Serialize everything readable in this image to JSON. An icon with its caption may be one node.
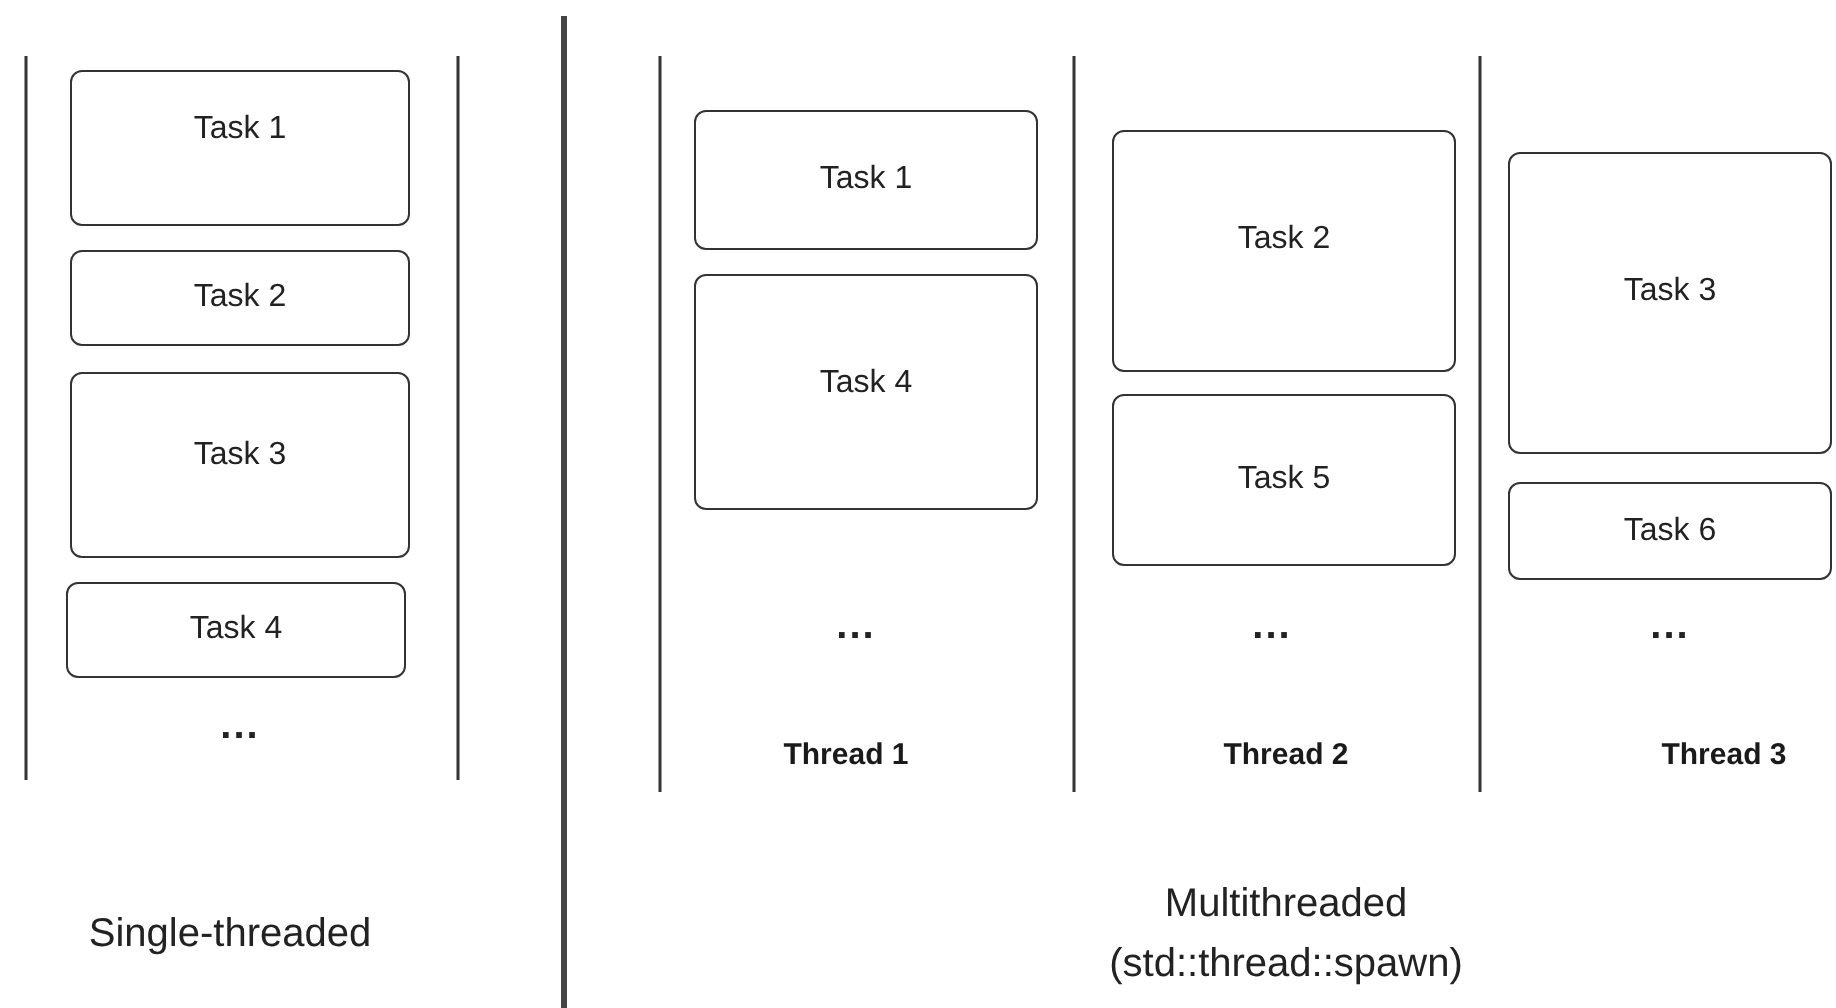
{
  "diagram": {
    "nodes": [
      {
        "text": [
          "Task 1"
        ]
      },
      {
        "text": [
          "Task 2"
        ]
      },
      {
        "text": [
          "Task 3"
        ]
      },
      {
        "text": [
          "Task 4"
        ]
      },
      {
        "text": [
          "Task 1"
        ]
      },
      {
        "text": [
          "Task 4"
        ]
      },
      {
        "text": [
          "Task 2"
        ]
      },
      {
        "text": [
          "Task 5"
        ]
      },
      {
        "text": [
          "Task 3"
        ]
      },
      {
        "text": [
          "Task 6"
        ]
      }
    ],
    "labels": [
      "...",
      "...",
      "...",
      "...",
      "Thread 1",
      "Thread 2",
      "Thread 3",
      "Single-threaded",
      "Multithreaded (std::thread::spawn)"
    ]
  }
}
